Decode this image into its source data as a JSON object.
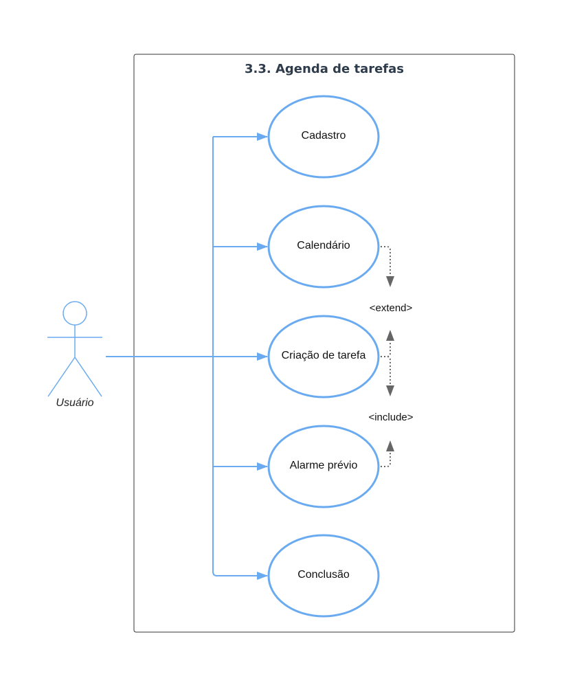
{
  "system": {
    "title": "3.3. Agenda de tarefas"
  },
  "actor": {
    "name": "Usuário"
  },
  "use_cases": {
    "cadastro": "Cadastro",
    "calendario": "Calendário",
    "criacao": "Criação de tarefa",
    "alarme": "Alarme prévio",
    "conclusao": "Conclusão"
  },
  "relations": {
    "extend": "<extend>",
    "include": "<include>"
  },
  "colors": {
    "association": "#6aaaf0",
    "ellipse_stroke": "#6aaaf0",
    "dependency": "#666666",
    "boundary": "#333333"
  }
}
